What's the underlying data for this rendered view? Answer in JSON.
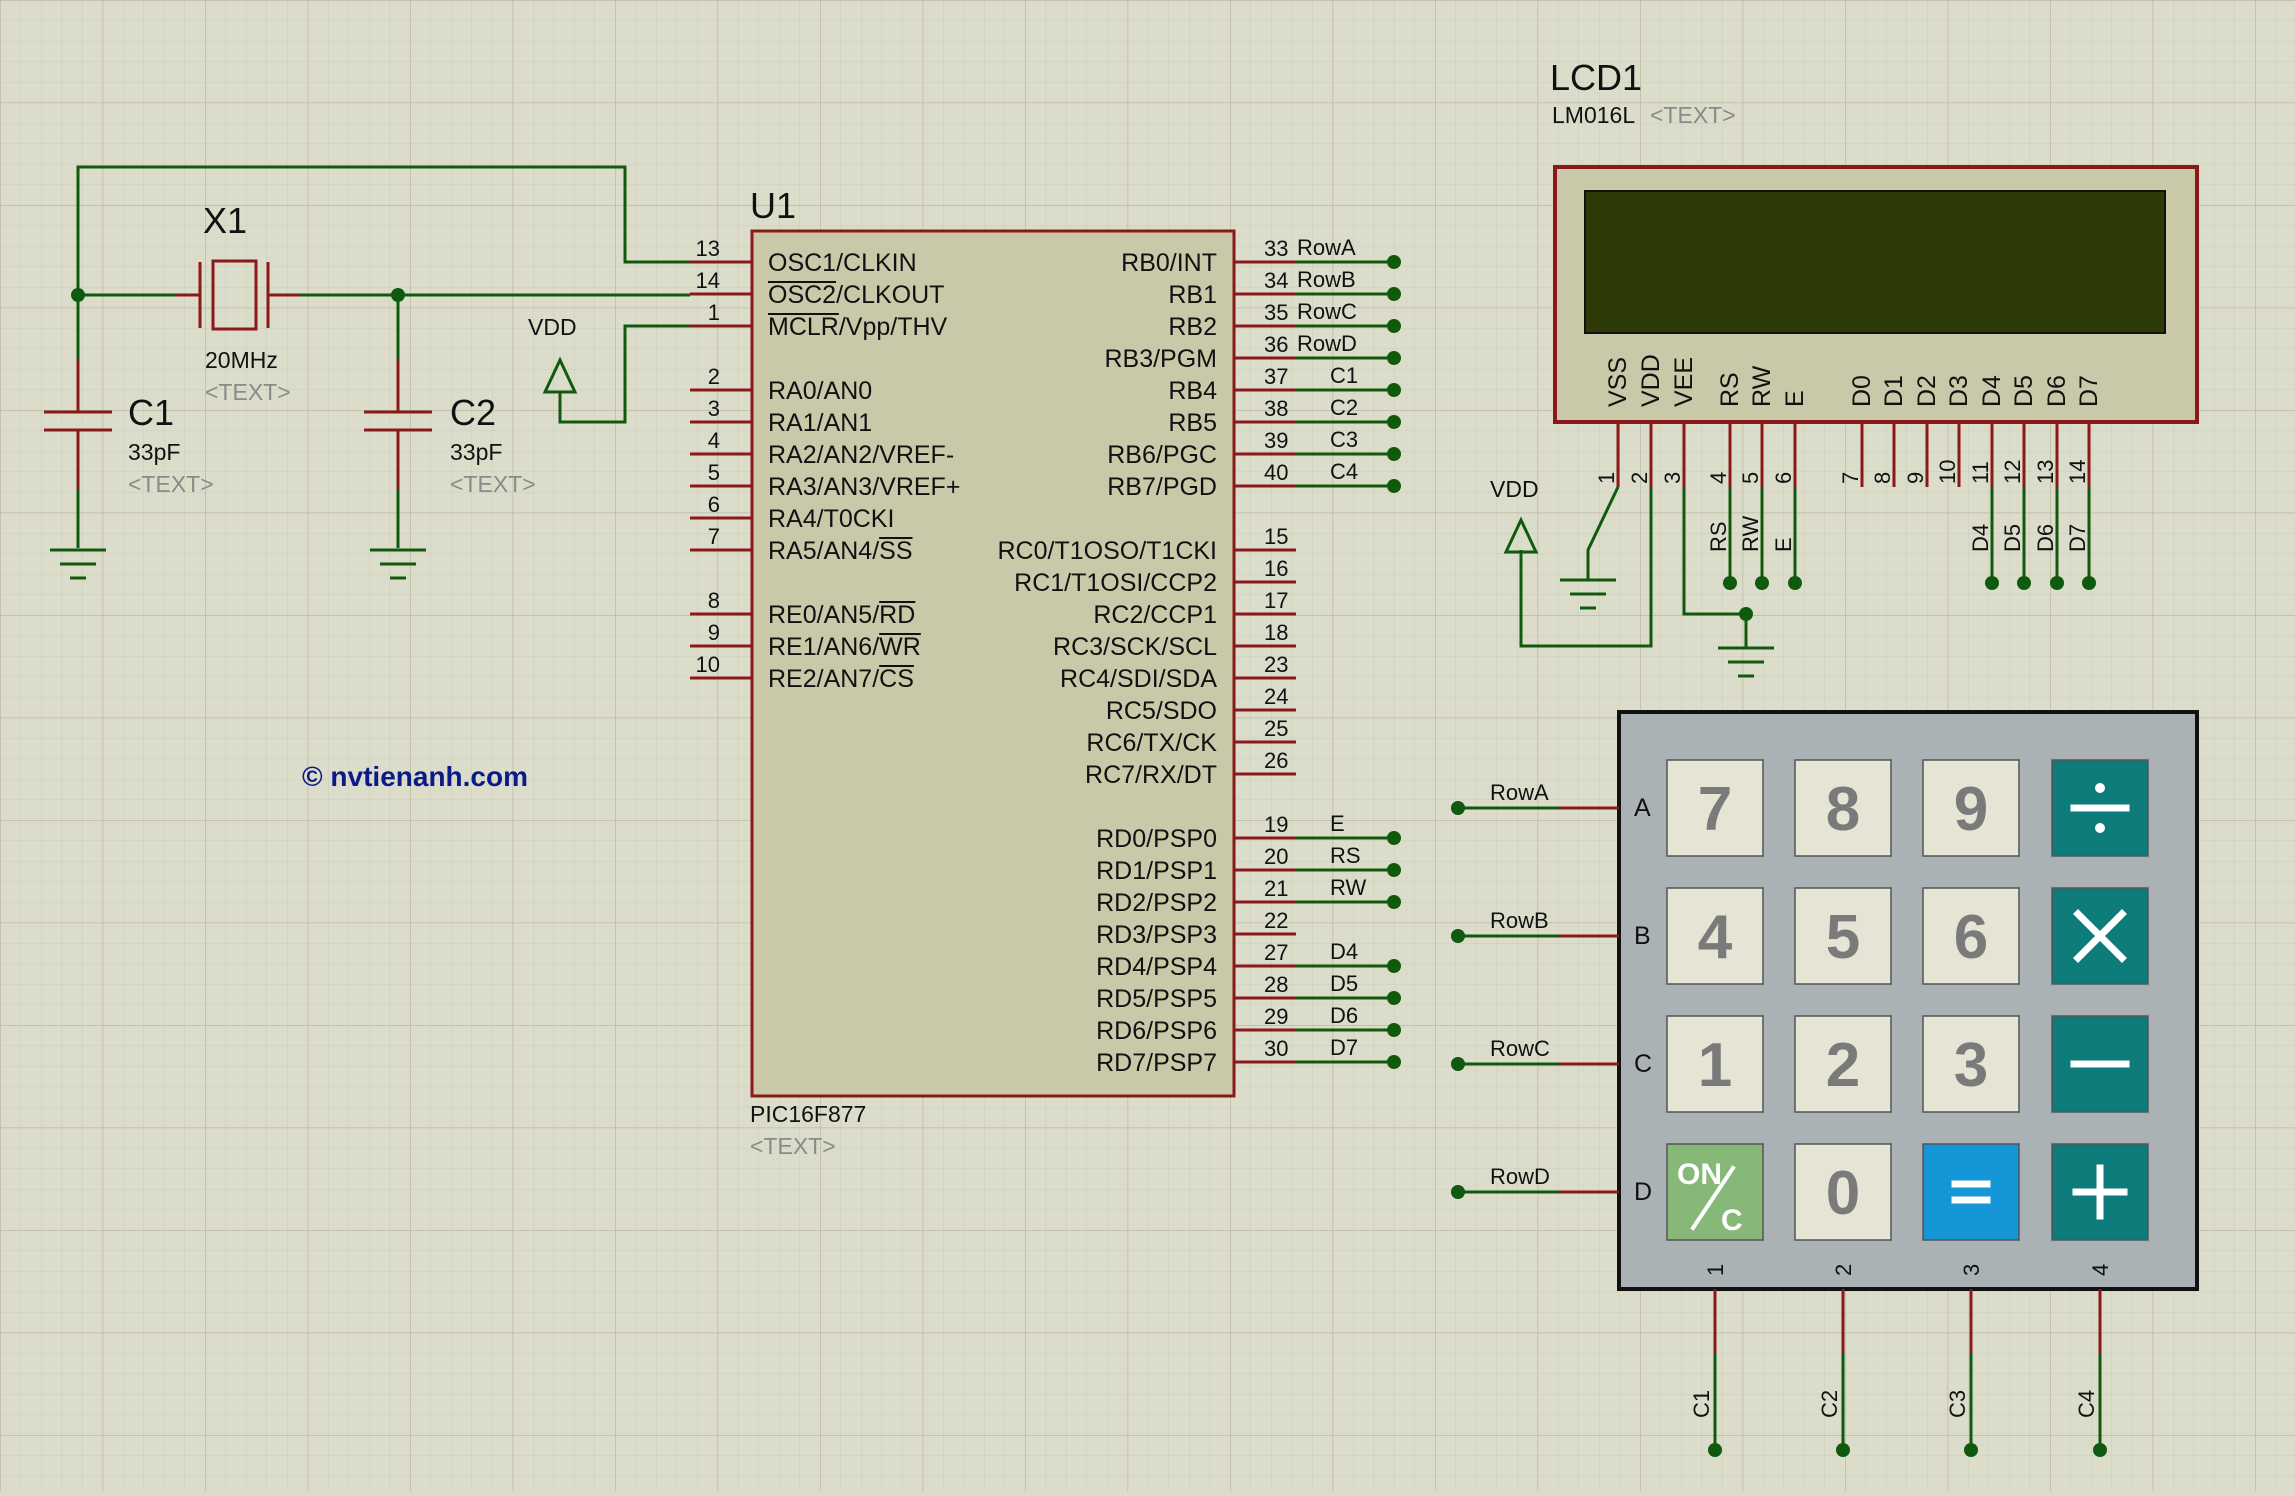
{
  "watermark": "© nvtienanh.com",
  "power": {
    "vdd": "VDD"
  },
  "crystal": {
    "ref": "X1",
    "value": "20MHz",
    "text": "<TEXT>"
  },
  "c1": {
    "ref": "C1",
    "value": "33pF",
    "text": "<TEXT>"
  },
  "c2": {
    "ref": "C2",
    "value": "33pF",
    "text": "<TEXT>"
  },
  "mcu": {
    "ref": "U1",
    "part": "PIC16F877",
    "text": "<TEXT>",
    "left_pins": [
      {
        "num": "13",
        "name": "OSC1/CLKIN",
        "slot": 0
      },
      {
        "num": "14",
        "name": "OSC2/CLKOUT",
        "slot": 1,
        "bar": "OSC2"
      },
      {
        "num": "1",
        "name": "MCLR/Vpp/THV",
        "slot": 2,
        "bar": "MCLR"
      },
      {
        "num": "2",
        "name": "RA0/AN0",
        "slot": 4
      },
      {
        "num": "3",
        "name": "RA1/AN1",
        "slot": 5
      },
      {
        "num": "4",
        "name": "RA2/AN2/VREF-",
        "slot": 6
      },
      {
        "num": "5",
        "name": "RA3/AN3/VREF+",
        "slot": 7
      },
      {
        "num": "6",
        "name": "RA4/T0CKI",
        "slot": 8
      },
      {
        "num": "7",
        "name": "RA5/AN4/SS",
        "slot": 9,
        "barEnd": "SS"
      },
      {
        "num": "8",
        "name": "RE0/AN5/RD",
        "slot": 11,
        "barEnd": "RD"
      },
      {
        "num": "9",
        "name": "RE1/AN6/WR",
        "slot": 12,
        "barEnd": "WR"
      },
      {
        "num": "10",
        "name": "RE2/AN7/CS",
        "slot": 13,
        "barEnd": "CS"
      }
    ],
    "right_pins": [
      {
        "num": "33",
        "name": "RB0/INT",
        "slot": 0,
        "net": "RowA"
      },
      {
        "num": "34",
        "name": "RB1",
        "slot": 1,
        "net": "RowB"
      },
      {
        "num": "35",
        "name": "RB2",
        "slot": 2,
        "net": "RowC"
      },
      {
        "num": "36",
        "name": "RB3/PGM",
        "slot": 3,
        "net": "RowD"
      },
      {
        "num": "37",
        "name": "RB4",
        "slot": 4,
        "net": "C1"
      },
      {
        "num": "38",
        "name": "RB5",
        "slot": 5,
        "net": "C2"
      },
      {
        "num": "39",
        "name": "RB6/PGC",
        "slot": 6,
        "net": "C3"
      },
      {
        "num": "40",
        "name": "RB7/PGD",
        "slot": 7,
        "net": "C4"
      },
      {
        "num": "15",
        "name": "RC0/T1OSO/T1CKI",
        "slot": 9
      },
      {
        "num": "16",
        "name": "RC1/T1OSI/CCP2",
        "slot": 10
      },
      {
        "num": "17",
        "name": "RC2/CCP1",
        "slot": 11
      },
      {
        "num": "18",
        "name": "RC3/SCK/SCL",
        "slot": 12
      },
      {
        "num": "23",
        "name": "RC4/SDI/SDA",
        "slot": 13
      },
      {
        "num": "24",
        "name": "RC5/SDO",
        "slot": 14
      },
      {
        "num": "25",
        "name": "RC6/TX/CK",
        "slot": 15
      },
      {
        "num": "26",
        "name": "RC7/RX/DT",
        "slot": 16
      },
      {
        "num": "19",
        "name": "RD0/PSP0",
        "slot": 18,
        "net": "E"
      },
      {
        "num": "20",
        "name": "RD1/PSP1",
        "slot": 19,
        "net": "RS"
      },
      {
        "num": "21",
        "name": "RD2/PSP2",
        "slot": 20,
        "net": "RW"
      },
      {
        "num": "22",
        "name": "RD3/PSP3",
        "slot": 21
      },
      {
        "num": "27",
        "name": "RD4/PSP4",
        "slot": 22,
        "net": "D4"
      },
      {
        "num": "28",
        "name": "RD5/PSP5",
        "slot": 23,
        "net": "D5"
      },
      {
        "num": "29",
        "name": "RD6/PSP6",
        "slot": 24,
        "net": "D6"
      },
      {
        "num": "30",
        "name": "RD7/PSP7",
        "slot": 25,
        "net": "D7"
      }
    ]
  },
  "lcd": {
    "ref": "LCD1",
    "part": "LM016L",
    "text": "<TEXT>",
    "pins": [
      {
        "num": "1",
        "name": "VSS"
      },
      {
        "num": "2",
        "name": "VDD"
      },
      {
        "num": "3",
        "name": "VEE"
      },
      {
        "num": "4",
        "name": "RS",
        "net": "RS"
      },
      {
        "num": "5",
        "name": "RW",
        "net": "RW"
      },
      {
        "num": "6",
        "name": "E",
        "net": "E"
      },
      {
        "num": "7",
        "name": "D0"
      },
      {
        "num": "8",
        "name": "D1"
      },
      {
        "num": "9",
        "name": "D2"
      },
      {
        "num": "10",
        "name": "D3"
      },
      {
        "num": "11",
        "name": "D4",
        "net": "D4"
      },
      {
        "num": "12",
        "name": "D5",
        "net": "D5"
      },
      {
        "num": "13",
        "name": "D6",
        "net": "D6"
      },
      {
        "num": "14",
        "name": "D7",
        "net": "D7"
      }
    ]
  },
  "keypad": {
    "rows": [
      {
        "letter": "A",
        "net": "RowA"
      },
      {
        "letter": "B",
        "net": "RowB"
      },
      {
        "letter": "C",
        "net": "RowC"
      },
      {
        "letter": "D",
        "net": "RowD"
      }
    ],
    "cols": [
      {
        "num": "1",
        "net": "C1"
      },
      {
        "num": "2",
        "net": "C2"
      },
      {
        "num": "3",
        "net": "C3"
      },
      {
        "num": "4",
        "net": "C4"
      }
    ],
    "keys": [
      [
        {
          "label": "7",
          "style": "num"
        },
        {
          "label": "8",
          "style": "num"
        },
        {
          "label": "9",
          "style": "num"
        },
        {
          "label": "÷",
          "style": "op",
          "icon": "divide-icon"
        }
      ],
      [
        {
          "label": "4",
          "style": "num"
        },
        {
          "label": "5",
          "style": "num"
        },
        {
          "label": "6",
          "style": "num"
        },
        {
          "label": "×",
          "style": "op",
          "icon": "multiply-icon"
        }
      ],
      [
        {
          "label": "1",
          "style": "num"
        },
        {
          "label": "2",
          "style": "num"
        },
        {
          "label": "3",
          "style": "num"
        },
        {
          "label": "−",
          "style": "op",
          "icon": "minus-icon"
        }
      ],
      [
        {
          "label": "ON/C",
          "style": "on",
          "icon": "on-clear-icon"
        },
        {
          "label": "0",
          "style": "num"
        },
        {
          "label": "=",
          "style": "eq",
          "icon": "equals-icon"
        },
        {
          "label": "+",
          "style": "op",
          "icon": "plus-icon"
        }
      ]
    ],
    "colors": {
      "num": "#e6e4d4",
      "op": "#0e7c7b",
      "eq": "#1596d6",
      "on": "#86b878"
    }
  }
}
